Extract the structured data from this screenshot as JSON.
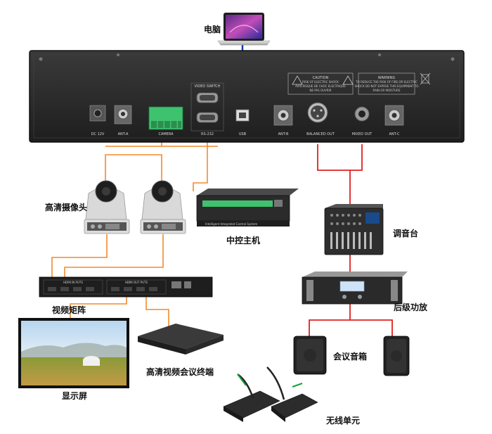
{
  "labels": {
    "computer": "电脑",
    "hd_camera": "高清摄像头",
    "central_control": "中控主机",
    "mixer": "调音台",
    "video_matrix": "视频矩阵",
    "power_amp": "后级功放",
    "display": "显示屏",
    "speaker": "会议音箱",
    "video_terminal": "高清视频会议终端",
    "wireless_unit": "无线单元"
  },
  "rear_panel": {
    "ports": {
      "dc": "DC 12V",
      "ant_a": "ANT-A",
      "camera": "CAMERA",
      "video_switch": "VIDEO SWITCH",
      "rs232": "RS-232",
      "usb": "USB",
      "ant_b": "ANT-B",
      "balanced_out": "BALANCED OUT",
      "mixed_out": "MIXED OUT",
      "ant_c": "ANT-C"
    },
    "caution": {
      "title": "CAUTION",
      "line1": "RISK OF ELECTRIC SHOCK",
      "line2": "AVIS:RISQUE DE CHOC ELECTRIQUE",
      "line3": "NE PAS OUVRIR"
    },
    "warning": {
      "title": "WARNING",
      "line1": "TO REDUCE THE RISK OF FIRE OR ELECTRIC",
      "line2": "SHOCK DO NOT EXPOSE THIS EQUIPMENT TO",
      "line3": "RAIN OR MOISTURE"
    }
  },
  "device_text": {
    "controller_caption": "Intelligent Integrated Control System",
    "matrix_in": "HDMI IN PUTS",
    "matrix_out": "HDMI OUT PUTS"
  },
  "colors": {
    "orange": "#f28a2c",
    "red": "#e02020",
    "blue": "#1a33b8",
    "panel": "#2b2b2b"
  }
}
